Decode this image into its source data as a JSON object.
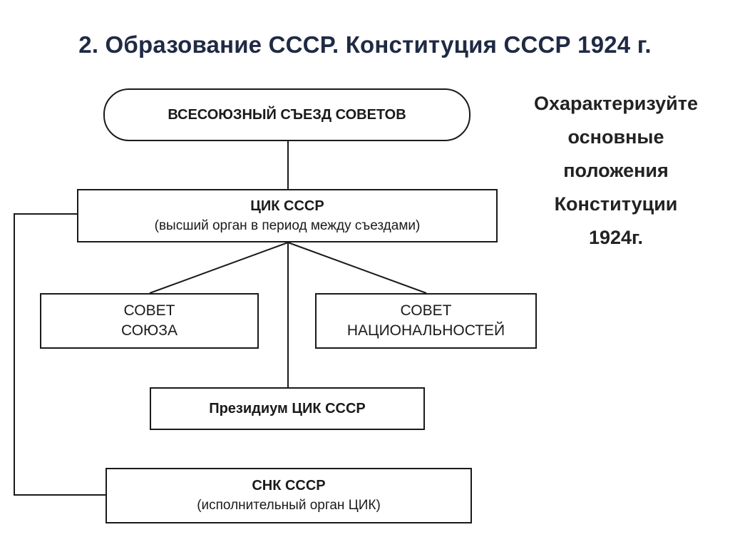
{
  "title": "2. Образование СССР. Конституция СССР 1924 г.",
  "side_text": "Охарактеризуйте\nосновные\nположения\nКонституции\n1924г.",
  "diagram": {
    "congress": "ВСЕСОЮЗНЫЙ СЪЕЗД СОВЕТОВ",
    "cik": {
      "name": "ЦИК СССР",
      "desc": "(высший орган в период между съездами)"
    },
    "council_union": {
      "line1": "СОВЕТ",
      "line2": "СОЮЗА"
    },
    "council_nationalities": {
      "line1": "СОВЕТ",
      "line2": "НАЦИОНАЛЬНОСТЕЙ"
    },
    "presidium": "Президиум ЦИК СССР",
    "snk": {
      "name": "СНК СССР",
      "desc": "(исполнительный орган ЦИК)"
    }
  }
}
